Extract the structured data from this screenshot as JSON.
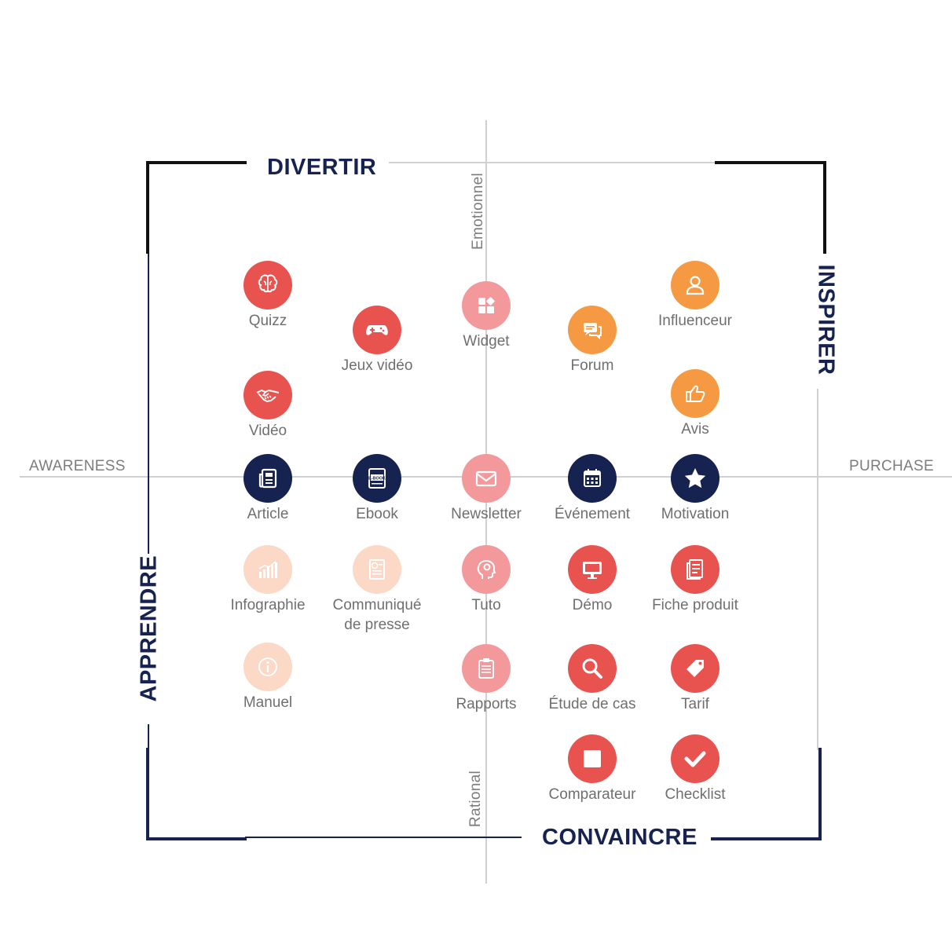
{
  "quadrants": {
    "top": "DIVERTIR",
    "right": "INSPIRER",
    "left": "APPRENDRE",
    "bottom": "CONVAINCRE"
  },
  "axes": {
    "left": "AWARENESS",
    "right": "PURCHASE",
    "top": "Emotionnel",
    "bottom": "Rational"
  },
  "colors": {
    "navy": "#16224f",
    "red": "#e8534f",
    "pink": "#f08c8f",
    "orange": "#f59a43",
    "peach": "#fbd9c6"
  },
  "items": [
    {
      "key": "quizz",
      "label": "Quizz",
      "icon": "brain-icon",
      "color": "#e8534f"
    },
    {
      "key": "jeux-video",
      "label": "Jeux vidéo",
      "icon": "gamepad-icon",
      "color": "#e8534f"
    },
    {
      "key": "widget",
      "label": "Widget",
      "icon": "widget-icon",
      "color": "#f3999b"
    },
    {
      "key": "forum",
      "label": "Forum",
      "icon": "chat-icon",
      "color": "#f59a43"
    },
    {
      "key": "influenceur",
      "label": "Influenceur",
      "icon": "user-icon",
      "color": "#f59a43"
    },
    {
      "key": "video",
      "label": "Vidéo",
      "icon": "handshake-icon",
      "color": "#e8534f"
    },
    {
      "key": "avis",
      "label": "Avis",
      "icon": "thumbs-up-icon",
      "color": "#f59a43"
    },
    {
      "key": "article",
      "label": "Article",
      "icon": "newspaper-icon",
      "color": "#16224f"
    },
    {
      "key": "ebook",
      "label": "Ebook",
      "icon": "ebook-icon",
      "color": "#16224f",
      "badge": "E-BOOK"
    },
    {
      "key": "newsletter",
      "label": "Newsletter",
      "icon": "envelope-icon",
      "color": "#f3999b"
    },
    {
      "key": "evenement",
      "label": "Événement",
      "icon": "calendar-icon",
      "color": "#16224f"
    },
    {
      "key": "motivation",
      "label": "Motivation",
      "icon": "star-icon",
      "color": "#16224f"
    },
    {
      "key": "infographie",
      "label": "Infographie",
      "icon": "bar-chart-icon",
      "color": "#fbd9c6"
    },
    {
      "key": "communique",
      "label": "Communiqué de presse",
      "label_line1": "Communiqué",
      "label_line2": "de presse",
      "icon": "press-icon",
      "color": "#fbd9c6"
    },
    {
      "key": "tuto",
      "label": "Tuto",
      "icon": "head-gear-icon",
      "color": "#f3999b"
    },
    {
      "key": "demo",
      "label": "Démo",
      "icon": "monitor-icon",
      "color": "#e8534f"
    },
    {
      "key": "fiche-produit",
      "label": "Fiche produit",
      "icon": "document-icon",
      "color": "#e8534f"
    },
    {
      "key": "manuel",
      "label": "Manuel",
      "icon": "info-icon",
      "color": "#fbd9c6"
    },
    {
      "key": "rapports",
      "label": "Rapports",
      "icon": "clipboard-icon",
      "color": "#f3999b"
    },
    {
      "key": "etude-de-cas",
      "label": "Étude de cas",
      "icon": "magnifier-icon",
      "color": "#e8534f"
    },
    {
      "key": "tarif",
      "label": "Tarif",
      "icon": "tag-icon",
      "color": "#e8534f"
    },
    {
      "key": "comparateur",
      "label": "Comparateur",
      "icon": "square-icon",
      "color": "#e8534f"
    },
    {
      "key": "checklist",
      "label": "Checklist",
      "icon": "check-icon",
      "color": "#e8534f"
    }
  ]
}
